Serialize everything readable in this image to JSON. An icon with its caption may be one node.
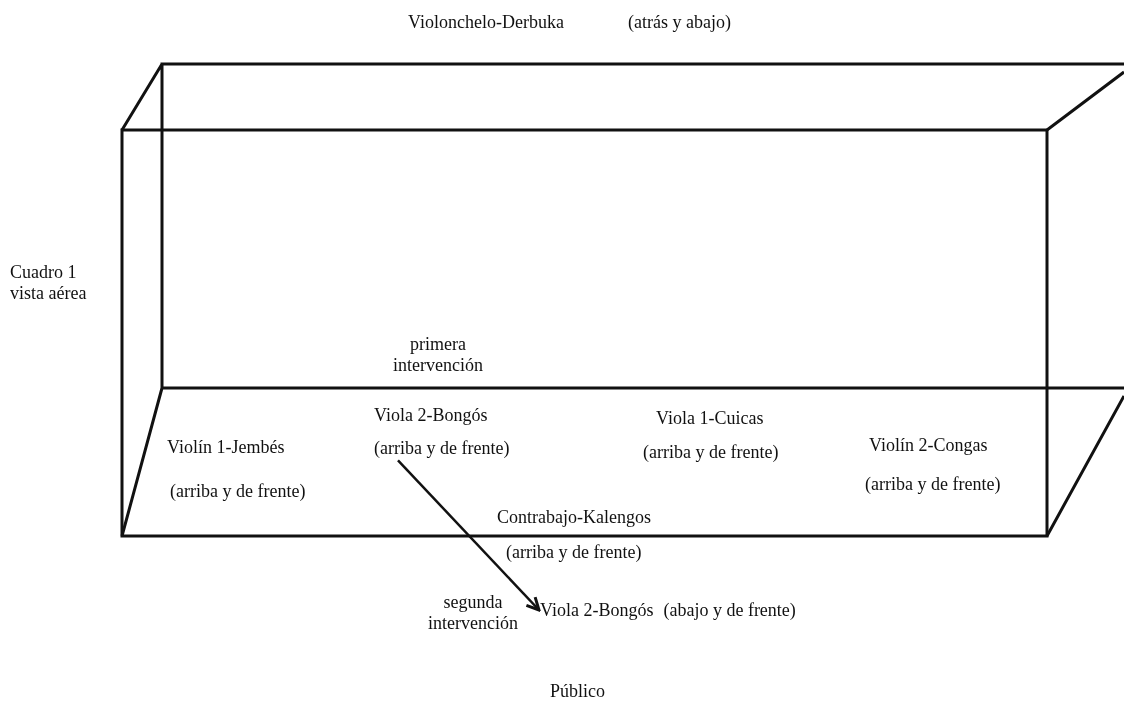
{
  "diagram": {
    "nodes": [
      {
        "text": [
          "Viola 2-Bongós",
          "(arriba y de frente)"
        ],
        "beside": [
          "primera intervención"
        ]
      },
      {
        "text": [
          "Viola 2-Bongós",
          "(abajo y de frente)"
        ],
        "beside": [
          "segunda intervención"
        ]
      }
    ],
    "edges": [
      {
        "from": 0,
        "to": 1,
        "arrow": "to"
      }
    ],
    "labels": [
      "Violonchelo-Derbuka",
      "(atrás y abajo)",
      "Cuadro 1 vista aérea",
      "Viola 1-Cuicas",
      "(arriba y de frente)",
      "Violín 1-Jembés",
      "Violín 2-Congas",
      "(arriba y de frente)",
      "(arriba y de frente)",
      "Contrabajo-Kalengos",
      "(arriba y de frente)",
      "Público"
    ]
  }
}
